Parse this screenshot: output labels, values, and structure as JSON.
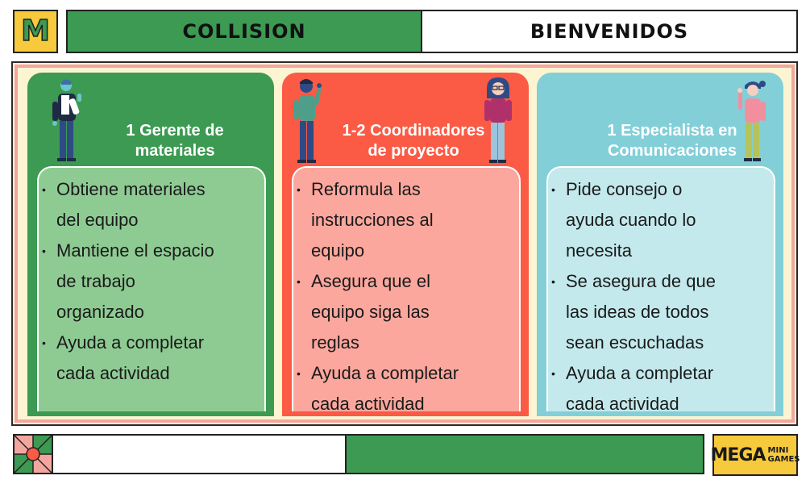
{
  "header": {
    "logo_letter": "M",
    "title": "COLLISION",
    "subtitle": "BIENVENIDOS"
  },
  "cards": [
    {
      "title_line1": "1 Gerente de",
      "title_line2": "materiales",
      "items": [
        "Obtiene materiales",
        "del equipo",
        "Mantiene el espacio",
        "de trabajo",
        "organizado",
        "Ayuda a completar",
        "cada actividad"
      ],
      "color": "#3c9a52",
      "inner_color": "#8ecb93"
    },
    {
      "title_line1": "1-2 Coordinadores",
      "title_line2": "de proyecto",
      "items": [
        "Reformula las",
        "instrucciones al",
        "equipo",
        "Asegura que el",
        "equipo siga las",
        "reglas",
        "Ayuda a completar",
        "cada actividad"
      ],
      "color": "#fb5a45",
      "inner_color": "#fba79d"
    },
    {
      "title_line1": "1 Especialista en",
      "title_line2": "Comunicaciones",
      "items": [
        "Pide consejo o",
        "ayuda cuando lo",
        "necesita",
        "Se asegura de que",
        "las ideas de todos",
        "sean escuchadas",
        "Ayuda a completar",
        "cada actividad"
      ],
      "color": "#82cfd8",
      "inner_color": "#c3e9ec"
    }
  ],
  "footer": {
    "logo_big": "MEGA",
    "logo_small_1": "MINI",
    "logo_small_2": "GAMES"
  },
  "colors": {
    "green": "#3c9a52",
    "red": "#fb5a45",
    "blue": "#82cfd8",
    "yellow": "#f7c93c",
    "cream": "#fdf4d2"
  }
}
